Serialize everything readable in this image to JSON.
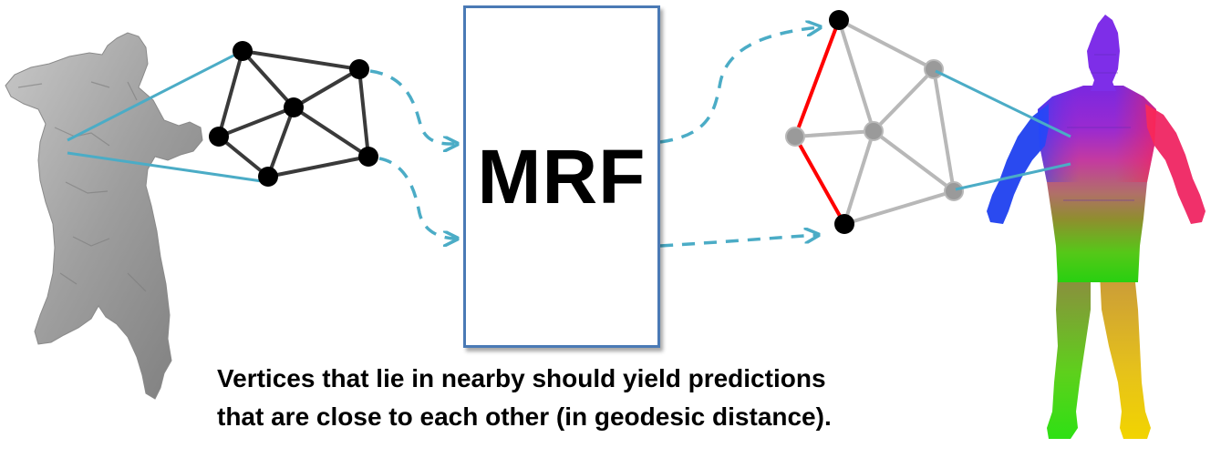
{
  "mrf_label": "MRF",
  "caption": {
    "line1": "Vertices that lie in nearby should yield predictions",
    "line2": "that are close to each other (in geodesic distance)."
  },
  "colors": {
    "connector": "#4bacc6",
    "box_border": "#4a7ab5",
    "graph_edge_input": "#3a3a3a",
    "graph_edge_output": "#b8b8b8",
    "highlight_edge": "#ff0000",
    "node_dark": "#000000",
    "node_gray": "#999999",
    "mesh_gray": "#9c9c9c"
  },
  "icons": {
    "input_mesh": "gray-human-mesh-icon",
    "output_mesh": "rainbow-colored-human-mesh-icon"
  }
}
